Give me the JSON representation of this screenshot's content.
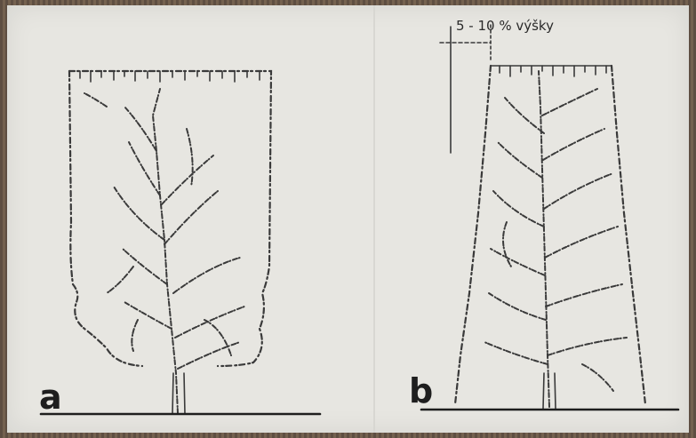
{
  "panels": [
    {
      "id": "a",
      "label": "a"
    },
    {
      "id": "b",
      "label": "b"
    }
  ],
  "dimension": {
    "label": "5 - 10 % výšky"
  }
}
